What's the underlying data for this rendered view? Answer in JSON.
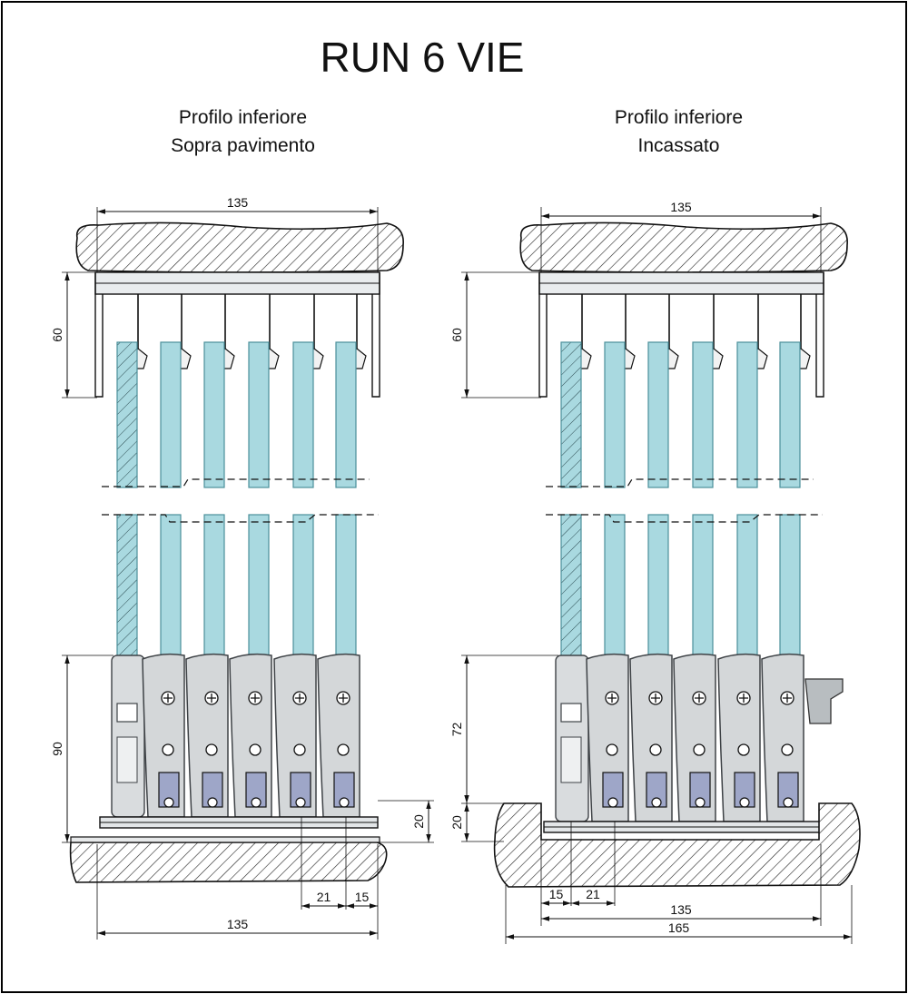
{
  "title": "RUN 6 VIE",
  "left": {
    "subtitle_line1": "Profilo inferiore",
    "subtitle_line2": "Sopra pavimento",
    "dims": {
      "top_width": "135",
      "top_height": "60",
      "bottom_height": "90",
      "floor_profile": "20",
      "track_pitch": "21",
      "edge_offset": "15",
      "bottom_width": "135"
    }
  },
  "right": {
    "subtitle_line1": "Profilo inferiore",
    "subtitle_line2": "Incassato",
    "dims": {
      "top_width": "135",
      "top_height": "60",
      "bottom_height": "72",
      "recess_depth": "20",
      "edge_offset": "15",
      "track_pitch": "21",
      "bottom_width": "135",
      "overall_width": "165"
    }
  },
  "colors": {
    "glass": "#a9d9e0",
    "glass_edge": "#4b8f9a",
    "carriage": "#d4d7d9",
    "carriage_edge": "#3e4246",
    "slot": "#9ea6c8",
    "hatch": "#222222",
    "line": "#111111"
  }
}
